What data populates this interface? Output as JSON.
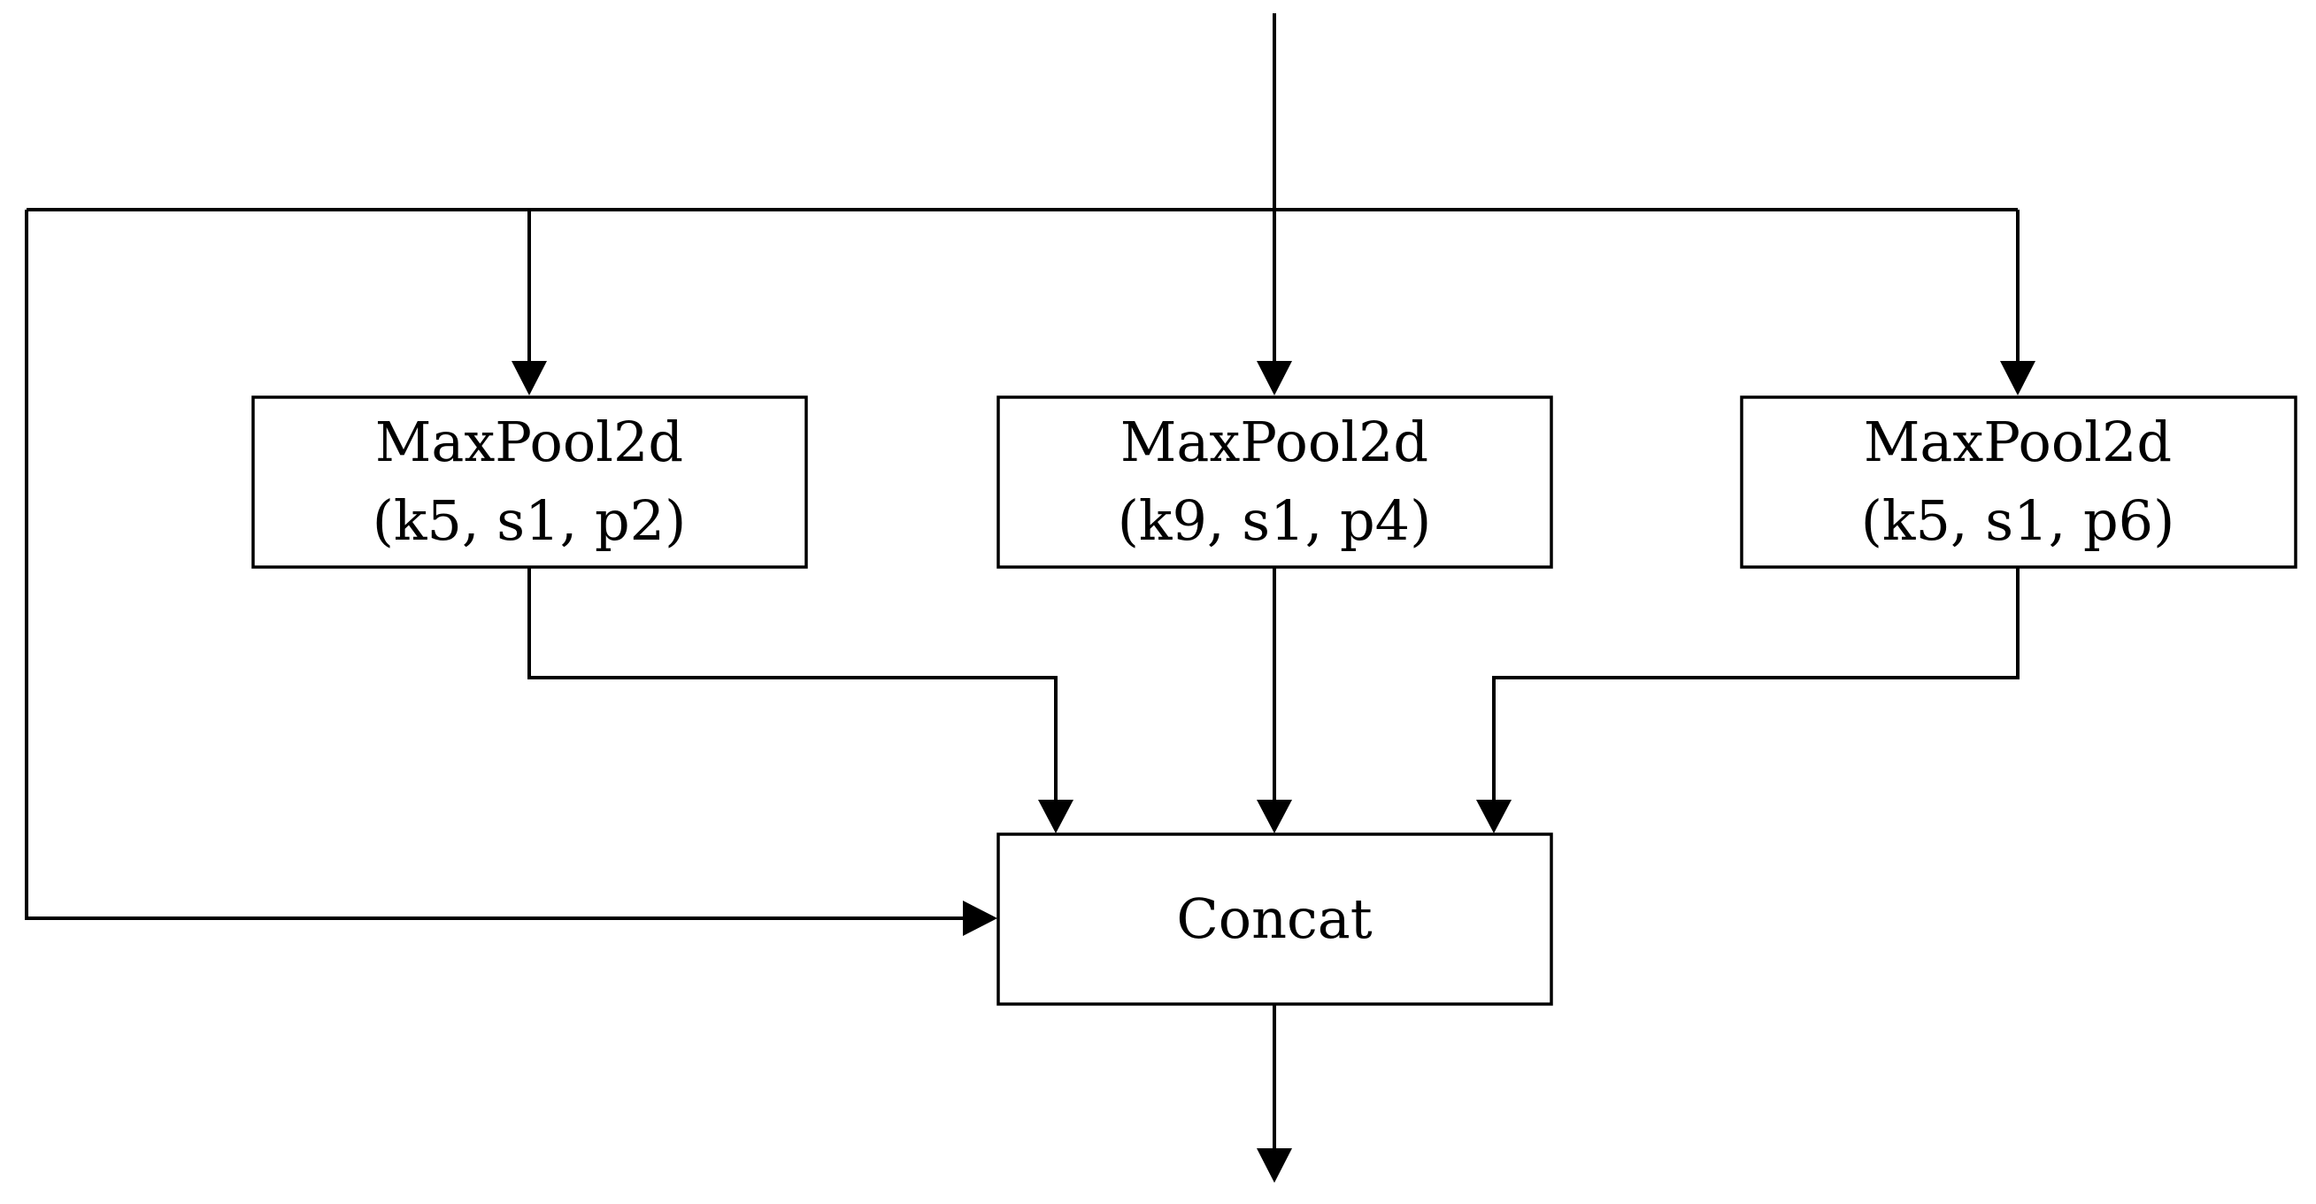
{
  "nodes": {
    "pool_left": {
      "line1": "MaxPool2d",
      "line2": "(k5, s1, p2)"
    },
    "pool_middle": {
      "line1": "MaxPool2d",
      "line2": "(k9, s1, p4)"
    },
    "pool_right": {
      "line1": "MaxPool2d",
      "line2": "(k5, s1, p6)"
    },
    "concat": {
      "label": "Concat"
    }
  },
  "colors": {
    "stroke": "#000000",
    "background": "#ffffff"
  }
}
